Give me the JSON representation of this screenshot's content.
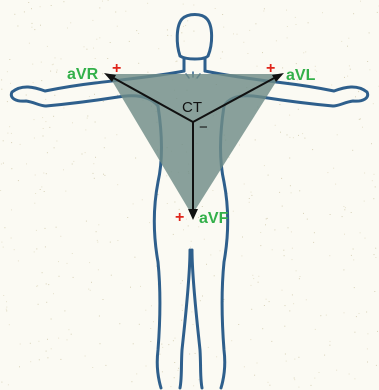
{
  "leads": {
    "avr": {
      "name": "aVR",
      "polarity": "+"
    },
    "avl": {
      "name": "aVL",
      "polarity": "+"
    },
    "avf": {
      "name": "aVF",
      "polarity": "+"
    }
  },
  "central_terminal": {
    "name": "CT",
    "polarity": "−"
  },
  "colors": {
    "background": "#fbfaf3",
    "body_outline": "#2e5f8c",
    "triangle_fill": "#6f8c88",
    "lead_label": "#33b04a",
    "polarity": "#e0251b",
    "vector": "#111111"
  }
}
